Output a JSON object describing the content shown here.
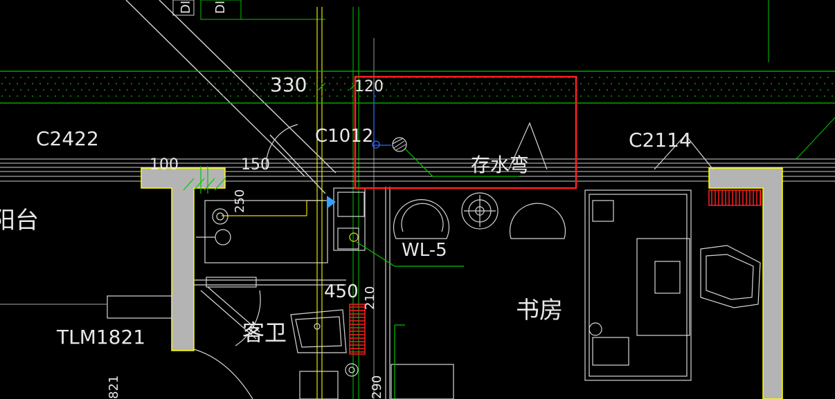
{
  "drawing": {
    "top_labels": [
      "DI",
      "DI"
    ],
    "dim_330": "330",
    "dim_120": "120",
    "dim_100": "100",
    "dim_150": "150",
    "dim_250": "250",
    "dim_450": "450",
    "dim_210": "210",
    "dim_290": "290",
    "dim_821": "821",
    "window_left": "C2422",
    "window_mid": "C1012",
    "window_right": "C2114",
    "door_tlm": "TLM1821",
    "pipe_wl": "WL-5",
    "trap_label": "存水弯",
    "room_balcony": "阳台",
    "room_bath": "客卫",
    "room_study": "书房"
  },
  "colors": {
    "wall_fill": "#b4b4b4",
    "wall_edge": "#ffff00",
    "grid_green": "#00c800",
    "highlight_red": "#ff2020",
    "pipe_blue": "#2b6bff"
  }
}
